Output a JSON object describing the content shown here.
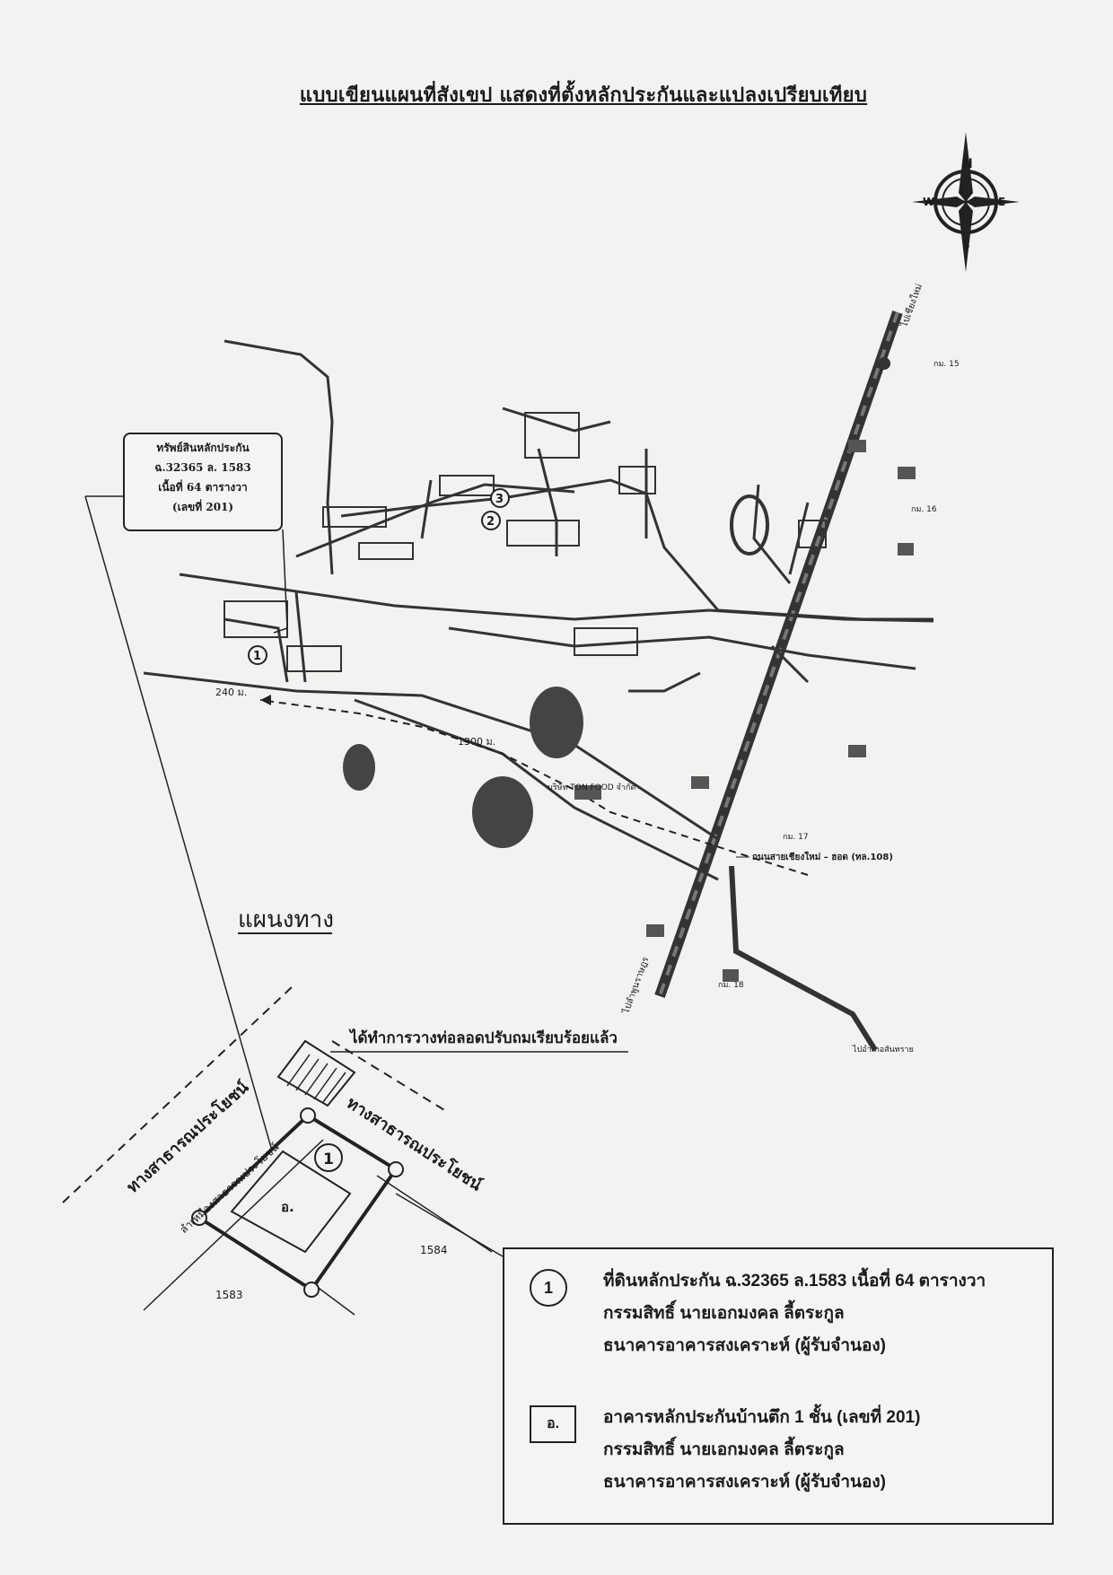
{
  "title": "แบบเขียนแผนที่สังเขป  แสดงที่ตั้งหลักประกันและแปลงเปรียบเทียบ",
  "compass": {
    "n": "N",
    "s": "S",
    "e": "E",
    "w": "W"
  },
  "callout": {
    "line1": "ทรัพย์สินหลักประกัน",
    "line2": "ฉ.32365 ล. 1583",
    "line3": "เนื้อที่ 64 ตารางวา",
    "line4": "(เลขที่ 201)"
  },
  "map_labels": {
    "route_north": "ไปเชียงใหม่",
    "route_south": "ไปลำพูนราษฎร",
    "route_southeast": "ไปอำเภอสันทราย",
    "km15": "กม. 15",
    "km16": "กม. 16",
    "km17": "กม. 17",
    "km18": "กม. 18",
    "dist_1300": "1300 ม.",
    "dist_240": "240 ม.",
    "main_road": "ถนนสายเชียงใหม่ – ฮอด (ทล.108)",
    "marker1": "1",
    "marker2": "2",
    "marker3": "3",
    "food_company": "บริษัท TON FOOD จำกัด",
    "hand_label": "แผนงทาง"
  },
  "detail": {
    "note": "ได้ทำการวางท่อลอดปรับถมเรียบร้อยแล้ว",
    "road_left": "ทางสาธารณประโยชน์",
    "road_right": "ทางสาธารณประโยชน์",
    "canal": "ลำเหมืองสาธารณประโยชน์",
    "marker": "1",
    "building": "อ.",
    "parcel_1584": "1584",
    "parcel_1583": "1583"
  },
  "legend": {
    "item1_symbol": "1",
    "item1_lines": [
      "ที่ดินหลักประกัน ฉ.32365 ล.1583 เนื้อที่ 64 ตารางวา",
      "กรรมสิทธิ์ นายเอกมงคล ลี้ตระกูล",
      "ธนาคารอาคารสงเคราะห์ (ผู้รับจำนอง)"
    ],
    "item2_symbol": "อ.",
    "item2_lines": [
      "อาคารหลักประกันบ้านตึก 1 ชั้น (เลขที่ 201)",
      "กรรมสิทธิ์ นายเอกมงคล ลี้ตระกูล",
      "ธนาคารอาคารสงเคราะห์ (ผู้รับจำนอง)"
    ]
  }
}
